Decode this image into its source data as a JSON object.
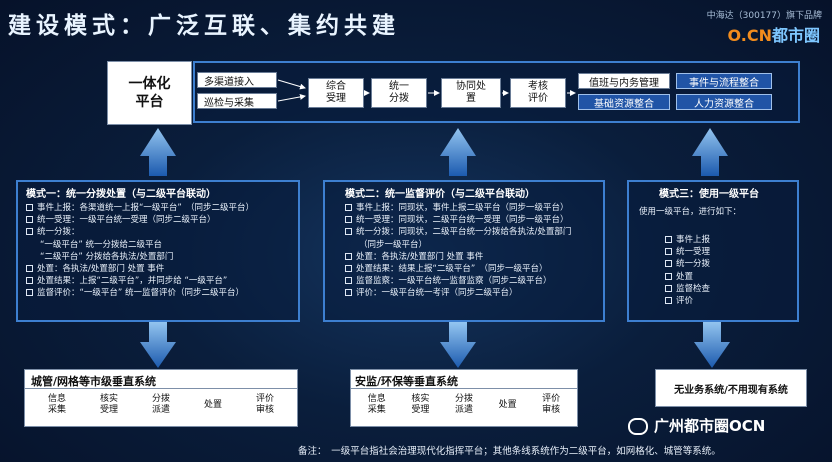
{
  "header": {
    "title": "建设模式：广泛互联、集约共建",
    "brand_sub": "中海达（300177）旗下品牌",
    "brand_logo_a": "O.CN",
    "brand_logo_b": "都市圈"
  },
  "top": {
    "platform_label": "一体化\n平台",
    "left_chips": [
      "多渠道接入",
      "巡检与采集"
    ],
    "flow": [
      "综合\n受理",
      "统一\n分拨",
      "协同处\n置",
      "考核\n评价"
    ],
    "right_chips": [
      "值班与内务管理",
      "事件与流程整合",
      "基础资源整合",
      "人力资源整合"
    ]
  },
  "modes": [
    {
      "title": "模式一：统一分拨处置（与二级平台联动）",
      "lines": [
        {
          "t": "事件上报：各渠道统一上报“一级平台”　（同步二级平台）",
          "b": true
        },
        {
          "t": "统一受理：一级平台统一受理（同步二级平台）",
          "b": true
        },
        {
          "t": "统一分拨：",
          "b": true
        },
        {
          "t": "“一级平台” 统一分拨给二级平台",
          "b": false
        },
        {
          "t": "“二级平台” 分拨给各执法/处置部门",
          "b": false
        },
        {
          "t": "处置：各执法/处置部门 处置 事件",
          "b": true
        },
        {
          "t": "处置结果：上报“二级平台”，并同步给 “一级平台”",
          "b": true
        },
        {
          "t": "监督评价：“一级平台” 统一监督评价（同步二级平台）",
          "b": true
        }
      ]
    },
    {
      "title": "模式二：统一监督评价（与二级平台联动）",
      "lines": [
        {
          "t": "事件上报：同现状，事件上报二级平台（同步一级平台）",
          "b": true
        },
        {
          "t": "统一受理：同现状，二级平台统一受理（同步一级平台）",
          "b": true
        },
        {
          "t": "统一分拨：同现状，二级平台统一分拨给各执法/处置部门",
          "b": true
        },
        {
          "t": "（同步一级平台）",
          "b": false
        },
        {
          "t": "处置：各执法/处置部门 处置 事件",
          "b": true
        },
        {
          "t": "处置结果：结果上报“二级平台”　（同步一级平台）",
          "b": true
        },
        {
          "t": "监督监察：一级平台统一监督监察（同步二级平台）",
          "b": true
        },
        {
          "t": "评价：一级平台统一考评（同步二级平台）",
          "b": true
        }
      ]
    },
    {
      "title": "模式三：使用一级平台",
      "intro": "使用一级平台，进行如下：",
      "items": [
        "事件上报",
        "统一受理",
        "统一分拨",
        "处置",
        "监督检查",
        "评价"
      ]
    }
  ],
  "bottom": [
    {
      "title": "城管/网格等市级垂直系统",
      "cols": [
        "信息\n采集",
        "核实\n受理",
        "分拨\n派遣",
        "处置",
        "评价\n审核"
      ]
    },
    {
      "title": "安监/环保等垂直系统",
      "cols": [
        "信息\n采集",
        "核实\n受理",
        "分拨\n派遣",
        "处置",
        "评价\n审核"
      ]
    },
    {
      "title": "无业务系统/不用现有系统"
    }
  ],
  "footer": {
    "note": "备注：　一级平台指社会治理现代化指挥平台；其他条线系统作为二级平台，如网格化、城管等系统。",
    "watermark": "广州都市圈OCN"
  },
  "colors": {
    "accent": "#3d7fd0",
    "brand_orange": "#f28c1d",
    "arrow": "#3f8fe0"
  }
}
